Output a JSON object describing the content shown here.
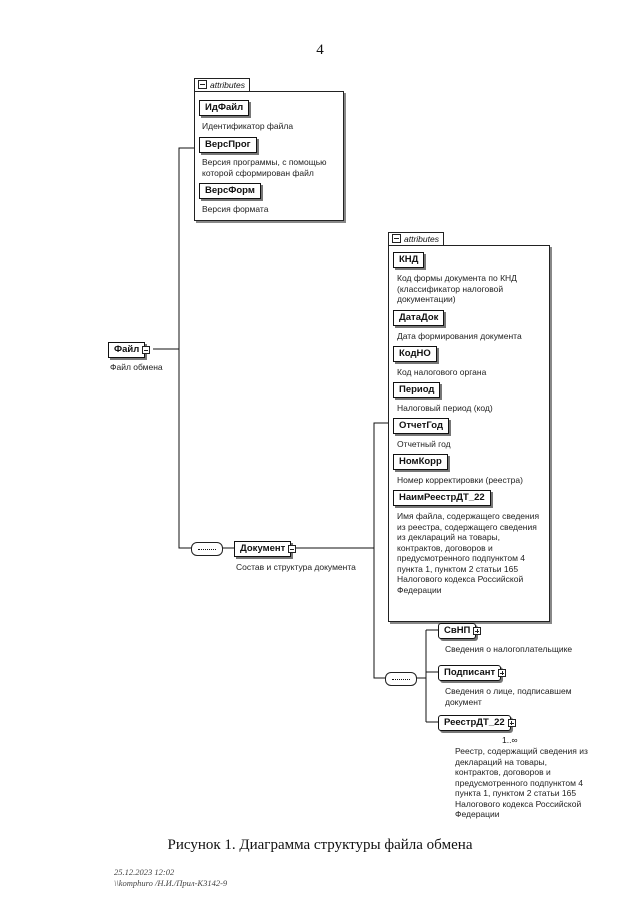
{
  "page_number": "4",
  "caption": "Рисунок 1. Диаграмма структуры файла обмена",
  "stamp": {
    "line1": "25.12.2023 12:02",
    "line2": "\\\\komphuro /Н.И./Прил-К3142-9"
  },
  "root": {
    "name": "Файл",
    "desc": "Файл обмена"
  },
  "root_attributes": {
    "header": "attributes",
    "items": [
      {
        "name": "ИдФайл",
        "desc": "Идентификатор файла"
      },
      {
        "name": "ВерсПрог",
        "desc": "Версия программы, с помощью которой сформирован файл"
      },
      {
        "name": "ВерсФорм",
        "desc": "Версия формата"
      }
    ]
  },
  "document": {
    "name": "Документ",
    "desc": "Состав и структура документа"
  },
  "document_attributes": {
    "header": "attributes",
    "items": [
      {
        "name": "КНД",
        "desc": "Код формы документа по КНД (классификатор налоговой документации)"
      },
      {
        "name": "ДатаДок",
        "desc": "Дата формирования документа"
      },
      {
        "name": "КодНО",
        "desc": "Код налогового органа"
      },
      {
        "name": "Период",
        "desc": "Налоговый период (код)"
      },
      {
        "name": "ОтчетГод",
        "desc": "Отчетный год"
      },
      {
        "name": "НомКорр",
        "desc": "Номер корректировки (реестра)"
      },
      {
        "name": "НаимРеестрДТ_22",
        "desc": "Имя файла, содержащего сведения из реестра, содержащего сведения из деклараций на товары, контрактов, договоров и предусмотренного подпунктом 4 пункта 1, пунктом 2 статьи 165 Налогового кодекса Российской Федерации"
      }
    ]
  },
  "document_children": [
    {
      "name": "СвНП",
      "desc": "Сведения о налогоплательщике"
    },
    {
      "name": "Подписант",
      "desc": "Сведения о лице, подписавшем документ"
    },
    {
      "name": "РеестрДТ_22",
      "cardinality": "1..∞",
      "desc": "Реестр, содержащий сведения из деклараций на товары, контрактов, договоров и предусмотренного подпунктом 4 пункта 1, пунктом 2 статьи 165 Налогового кодекса Российской Федерации"
    }
  ]
}
